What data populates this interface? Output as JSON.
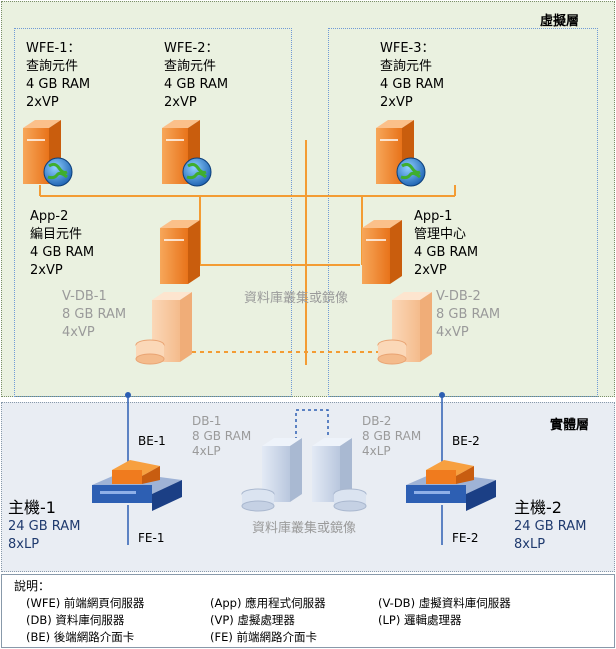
{
  "layers": {
    "virtual_title": "虛擬層",
    "physical_title": "實體層"
  },
  "servers": {
    "wfe1": [
      "WFE-1：",
      "查詢元件",
      "4 GB RAM",
      "2xVP"
    ],
    "wfe2": [
      "WFE-2：",
      "查詢元件",
      "4 GB RAM",
      "2xVP"
    ],
    "wfe3": [
      "WFE-3：",
      "查詢元件",
      "4 GB RAM",
      "2xVP"
    ],
    "app2": [
      "App-2",
      "編目元件",
      "4 GB RAM",
      "2xVP"
    ],
    "app1": [
      "App-1",
      "管理中心",
      "4 GB RAM",
      "2xVP"
    ],
    "vdb1": [
      "V-DB-1",
      "8 GB RAM",
      "4xVP"
    ],
    "vdb2": [
      "V-DB-2",
      "8 GB RAM",
      "4xVP"
    ],
    "db1": [
      "DB-1",
      "8 GB RAM",
      "4xLP"
    ],
    "db2": [
      "DB-2",
      "8 GB RAM",
      "4xLP"
    ]
  },
  "connections": {
    "cluster_virtual": "資料庫叢集或鏡像",
    "cluster_physical": "資料庫叢集或鏡像"
  },
  "hosts": {
    "host1": {
      "name": "主機-1",
      "ram": "24 GB RAM",
      "cpu": "8xLP",
      "be": "BE-1",
      "fe": "FE-1"
    },
    "host2": {
      "name": "主機-2",
      "ram": "24 GB RAM",
      "cpu": "8xLP",
      "be": "BE-2",
      "fe": "FE-2"
    }
  },
  "legend": {
    "title": "說明：",
    "items": [
      "(WFE) 前端網頁伺服器",
      "(App) 應用程式伺服器",
      "(V-DB) 虛擬資料庫伺服器",
      "(DB) 資料庫伺服器",
      "(VP) 虛擬處理器",
      "(LP) 邏輯處理器",
      "(BE) 後端網路介面卡",
      "(FE) 前端網路介面卡"
    ]
  },
  "colors": {
    "network_line": "#f39c34",
    "server_orange": "#f0892a",
    "server_faded": "#f6c9a0",
    "physical_server": "#c9d6ea",
    "host_blue": "#2d5fb3",
    "heat_orange": "#f07b1e"
  }
}
